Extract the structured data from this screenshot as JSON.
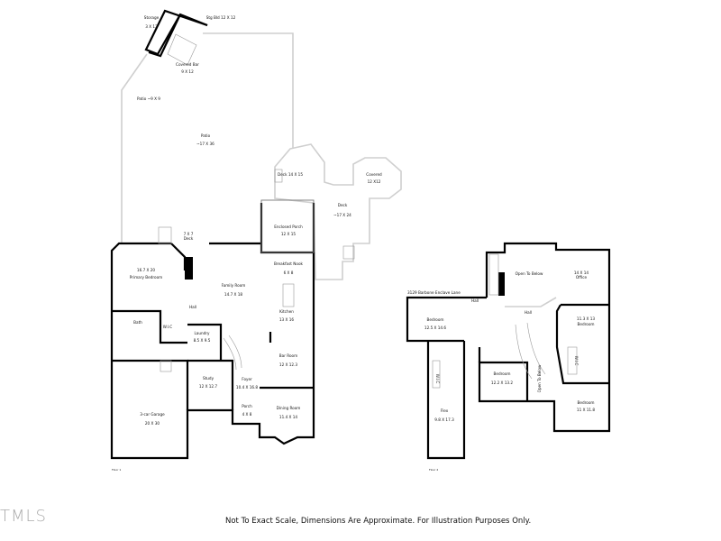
{
  "floor1": {
    "caption": "Floor 1",
    "rooms": [
      {
        "name": "Storage",
        "size": "3 X 12"
      },
      {
        "name": "Stg Bld 12 X 12",
        "size": ""
      },
      {
        "name": "Covered Bar",
        "size": "9 X 12"
      },
      {
        "name": "Patio ~9 X 9",
        "size": ""
      },
      {
        "name": "Patio",
        "size": "~17 X 36"
      },
      {
        "name": "Deck 14 X 15",
        "size": ""
      },
      {
        "name": "Covered",
        "size": "12 X12"
      },
      {
        "name": "Deck",
        "size": "~17 X 24"
      },
      {
        "name": "Enclosed Porch",
        "size": "12 X 15"
      },
      {
        "name": "7 X 7",
        "size": "Deck"
      },
      {
        "name": "Breakfast Nook",
        "size": "6 X 8"
      },
      {
        "name": "16.7 X 20",
        "size": "Primary Bedroom"
      },
      {
        "name": "Family Room",
        "size": "14.7 X 18"
      },
      {
        "name": "Hall",
        "size": ""
      },
      {
        "name": "Kitchen",
        "size": "13 X 16"
      },
      {
        "name": "Bath",
        "size": ""
      },
      {
        "name": "W.I.C",
        "size": ""
      },
      {
        "name": "Laundry",
        "size": "8.5 X 9.5"
      },
      {
        "name": "Bar Room",
        "size": "12 X 12.3"
      },
      {
        "name": "Study",
        "size": "12 X 12.7"
      },
      {
        "name": "Foyer",
        "size": "10.4 X 16.8"
      },
      {
        "name": "Porch",
        "size": "4 X 8"
      },
      {
        "name": "Dining Room",
        "size": "11.4 X 14"
      },
      {
        "name": "3-car Garage",
        "size": "20 X 30"
      }
    ]
  },
  "floor2": {
    "caption": "Floor 2",
    "address": "3129 Barbone Enclave Lane",
    "rooms": [
      {
        "name": "Open To Below",
        "size": ""
      },
      {
        "name": "14 X 14",
        "size": "Office"
      },
      {
        "name": "Hall",
        "size": ""
      },
      {
        "name": "Hall",
        "size": ""
      },
      {
        "name": "Bedroom",
        "size": "12.5 X 14.6"
      },
      {
        "name": "11.3 X 13",
        "size": "Bedroom"
      },
      {
        "name": "W.I.C",
        "size": ""
      },
      {
        "name": "Open To Below",
        "size": ""
      },
      {
        "name": "Bedroom",
        "size": "12.2 X 13.2"
      },
      {
        "name": "Bedroom",
        "size": "11 X 11.8"
      },
      {
        "name": "W.I.C",
        "size": ""
      },
      {
        "name": "Flex",
        "size": "9.8 X 17.3"
      }
    ]
  },
  "footer": {
    "disclaimer": "Not To Exact Scale, Dimensions Are Approximate. For Illustration Purposes Only.",
    "logo": "TMLS"
  }
}
